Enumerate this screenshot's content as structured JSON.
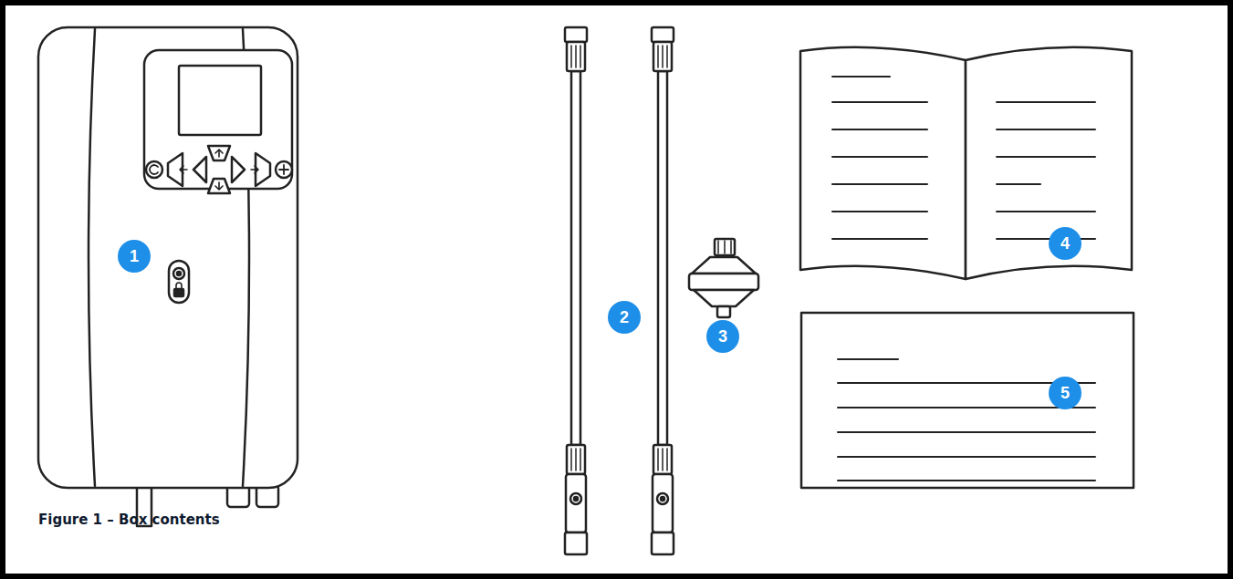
{
  "diagram": {
    "caption": "Figure 1 – Box contents",
    "labels": [
      "1",
      "2",
      "3",
      "4",
      "5"
    ]
  }
}
